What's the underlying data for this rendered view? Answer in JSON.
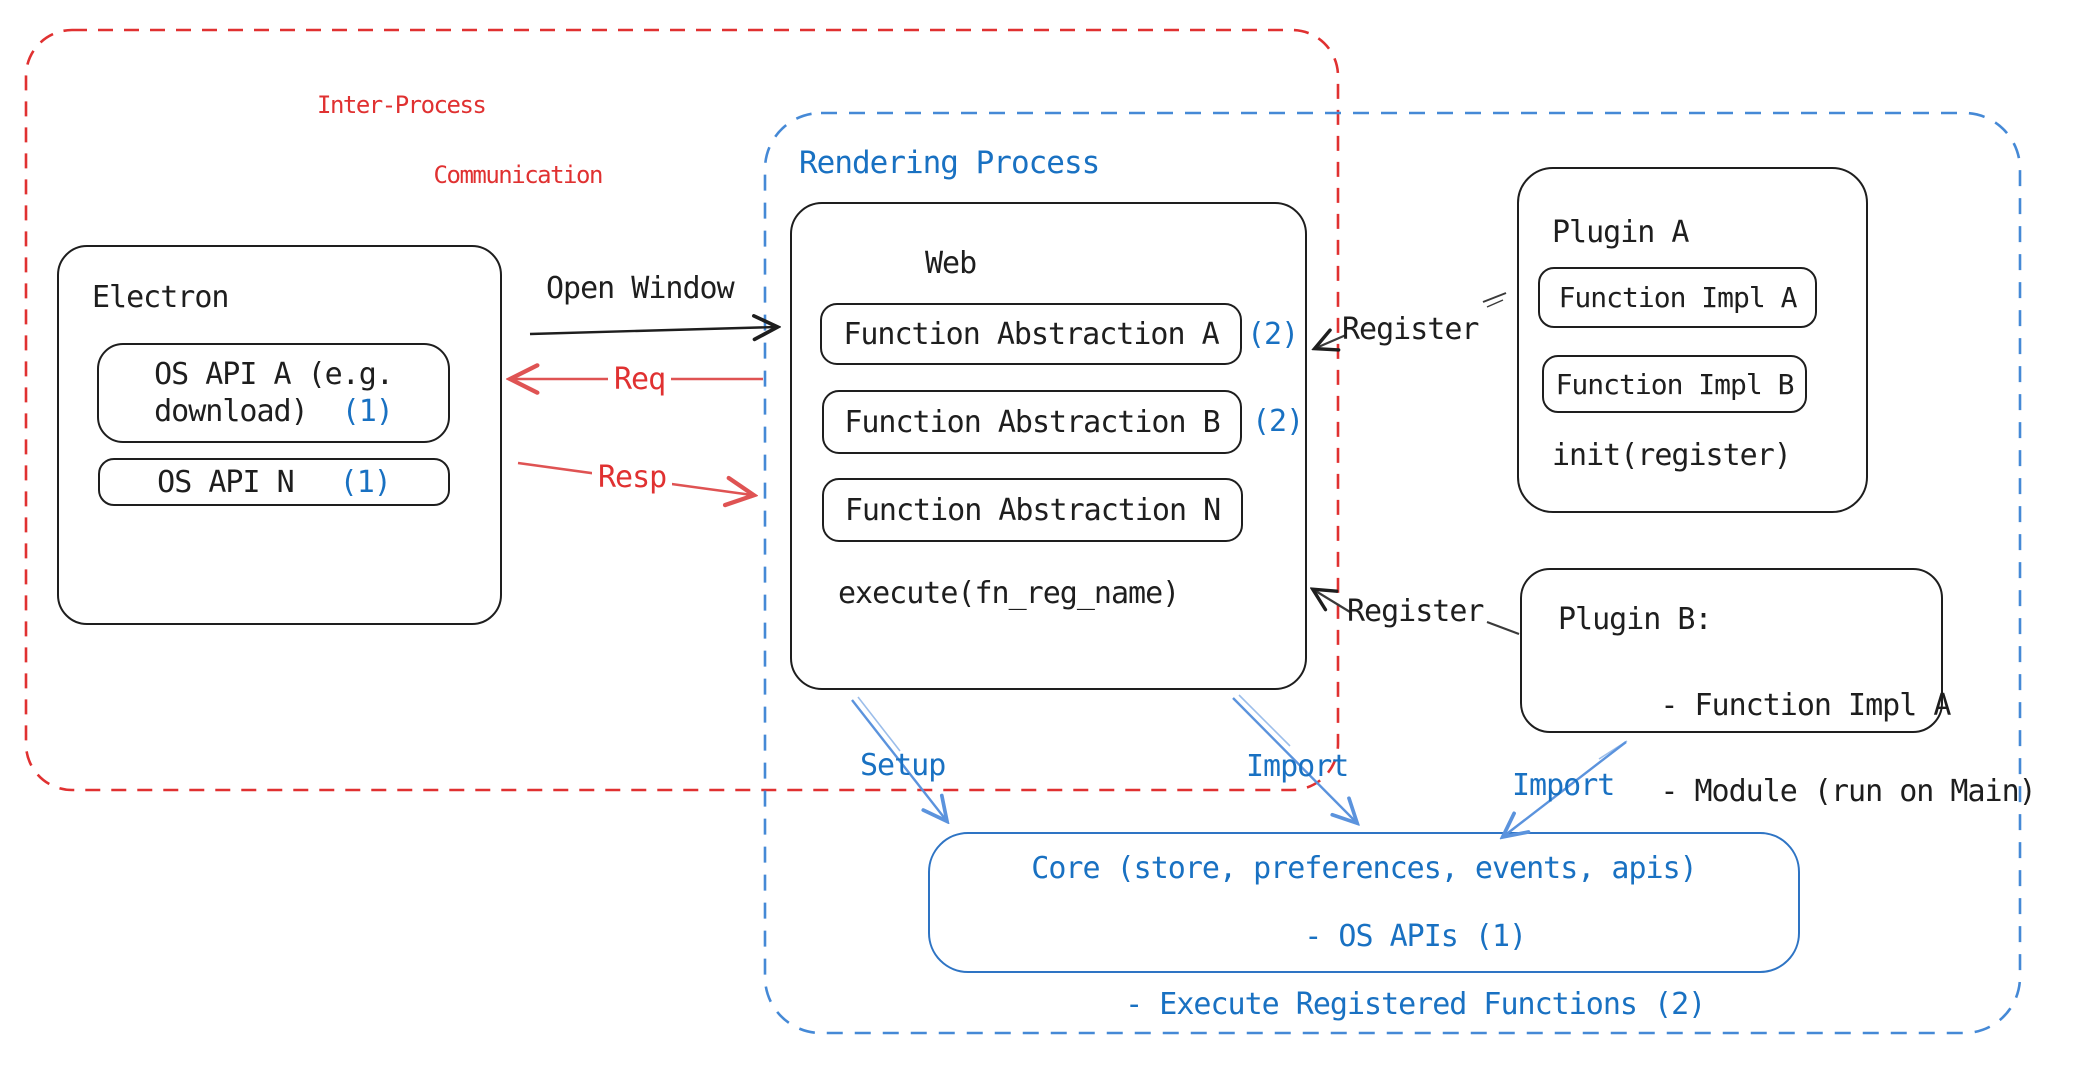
{
  "regions": {
    "ipc": {
      "label_line1": "Inter-Process",
      "label_line2": "Communication"
    },
    "rendering": {
      "label": "Rendering Process"
    }
  },
  "electron": {
    "title": "Electron",
    "os_api_a_line1": "OS API A (e.g.",
    "os_api_a_line2": "download)",
    "os_api_a_ref": "(1)",
    "os_api_n": "OS API N",
    "os_api_n_ref": "(1)"
  },
  "web": {
    "title": "Web",
    "fa_a": "Function Abstraction A",
    "fa_a_ref": "(2)",
    "fa_b": "Function Abstraction B",
    "fa_b_ref": "(2)",
    "fa_n": "Function Abstraction N",
    "execute": "execute(fn_reg_name)"
  },
  "plugin_a": {
    "title": "Plugin A",
    "impl_a": "Function Impl A",
    "impl_b": "Function Impl B",
    "init": "init(register)"
  },
  "plugin_b": {
    "line1": "Plugin B:",
    "line2": "- Function Impl A",
    "line3": "- Module (run on Main)"
  },
  "core": {
    "line1": "Core (store, preferences, events, apis)",
    "line2": "- OS APIs (1)",
    "line3": "- Execute Registered Functions (2)"
  },
  "connectors": {
    "open_window": "Open Window",
    "req": "Req",
    "resp": "Resp",
    "register_a": "Register",
    "register_b": "Register",
    "setup": "Setup",
    "import_web": "Import",
    "import_plugin_b": "Import"
  },
  "colors": {
    "ink": "#1e1e1e",
    "red": "#e03131",
    "blue": "#1971c2",
    "arrow_blue": "#5b93dd",
    "region_blue": "#4589d6"
  }
}
